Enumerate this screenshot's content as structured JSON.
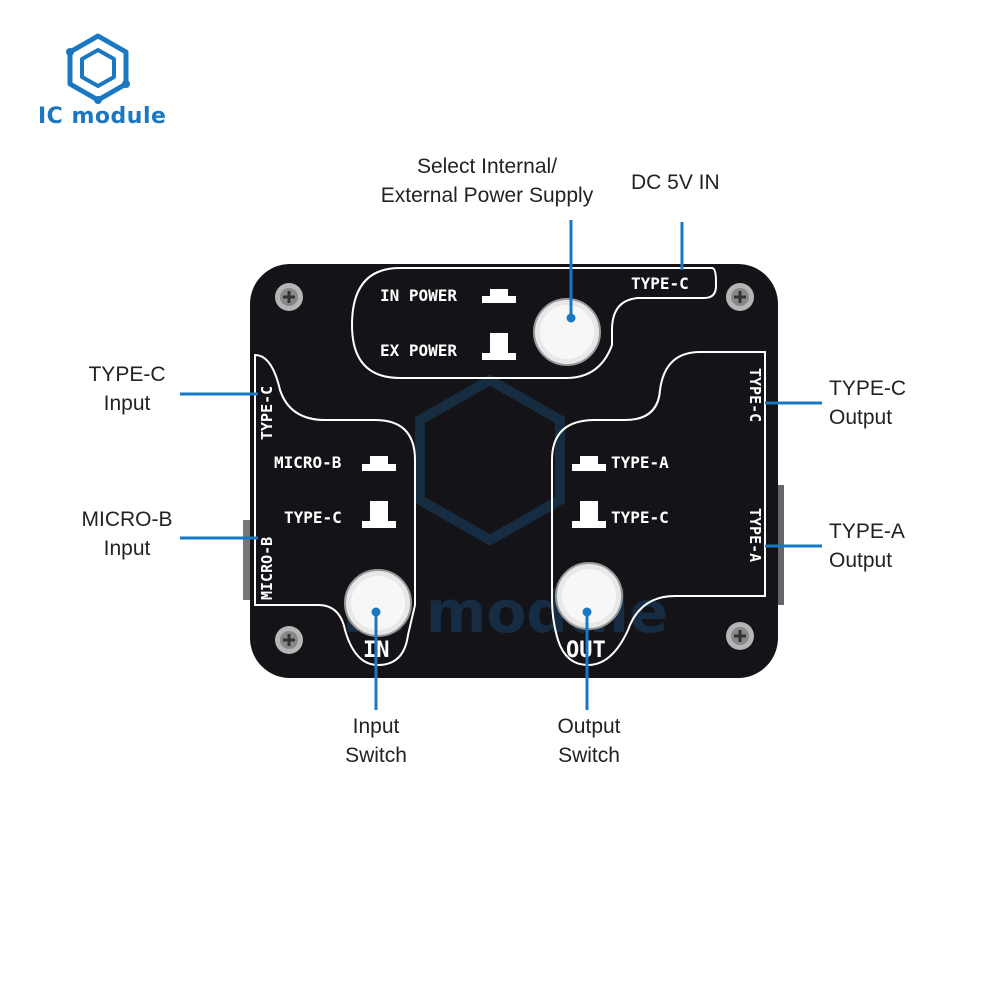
{
  "brand": {
    "name": "IC module",
    "icon": "hexagon-logo-icon",
    "color": "#1a78c2"
  },
  "watermark": {
    "text": "IC module"
  },
  "board": {
    "power_section": {
      "in_power": "IN POWER",
      "ex_power": "EX POWER",
      "type_c": "TYPE-C"
    },
    "left_section": {
      "type_c": "TYPE-C",
      "micro_b": "MICRO-B",
      "opt_micro_b": "MICRO-B",
      "opt_type_c": "TYPE-C",
      "switch_label": "IN"
    },
    "right_section": {
      "type_c": "TYPE-C",
      "type_a": "TYPE-A",
      "opt_type_a": "TYPE-A",
      "opt_type_c": "TYPE-C",
      "switch_label": "OUT"
    }
  },
  "callouts": {
    "select_power_line1": "Select Internal/",
    "select_power_line2": "External Power Supply",
    "dc_in": "DC 5V IN",
    "type_c_input_line1": "TYPE-C",
    "type_c_input_line2": "Input",
    "micro_b_input_line1": "MICRO-B",
    "micro_b_input_line2": "Input",
    "type_c_output_line1": "TYPE-C",
    "type_c_output_line2": "Output",
    "type_a_output_line1": "TYPE-A",
    "type_a_output_line2": "Output",
    "input_switch_line1": "Input",
    "input_switch_line2": "Switch",
    "output_switch_line1": "Output",
    "output_switch_line2": "Switch"
  },
  "colors": {
    "pcb": "#141418",
    "leader": "#1a78c2",
    "silkscreen": "#ffffff"
  }
}
